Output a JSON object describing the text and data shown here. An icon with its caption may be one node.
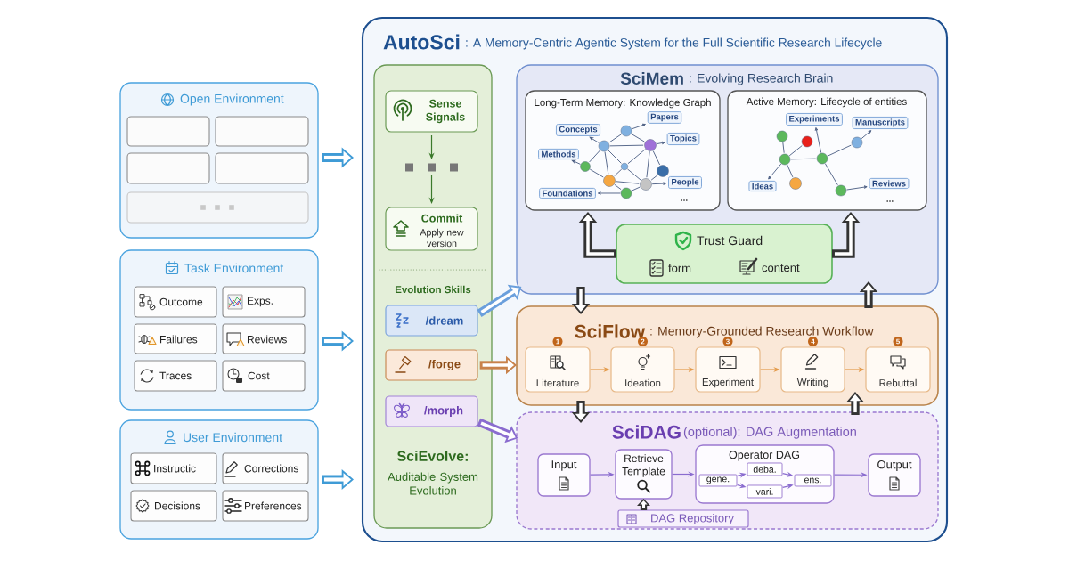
{
  "diagram": {
    "nodes": [
      {
        "text": [
          "Open Environment"
        ]
      },
      {
        "text": [],
        "shape": "box",
        "in": 0
      },
      {
        "text": [],
        "shape": "box",
        "in": 0
      },
      {
        "text": [],
        "shape": "box",
        "in": 0
      },
      {
        "text": [],
        "shape": "box",
        "in": 0
      },
      {
        "text": [],
        "shape": "box",
        "in": 0
      },
      {
        "text": [
          "Task Environment"
        ]
      },
      {
        "text": [
          "Outcome"
        ],
        "in": 6
      },
      {
        "text": [
          "Exps."
        ],
        "in": 6
      },
      {
        "text": [
          "Failures"
        ],
        "in": 6
      },
      {
        "text": [
          "Reviews"
        ],
        "in": 6
      },
      {
        "text": [
          "Traces"
        ],
        "in": 6
      },
      {
        "text": [
          "Cost"
        ],
        "in": 6
      },
      {
        "text": [
          "User Environment"
        ]
      },
      {
        "text": [
          "Instructic"
        ],
        "in": 13
      },
      {
        "text": [
          "Corrections"
        ],
        "in": 13
      },
      {
        "text": [
          "Decisions"
        ],
        "in": 13
      },
      {
        "text": [
          "Preferences"
        ],
        "in": 13
      },
      {
        "text": [
          "AutoSci",
          ": A Memory-Centric Agentic System for the Full Scientific Research Lifecycle"
        ]
      },
      {
        "text": [
          "Evolution Skills",
          "SciEvolve:",
          "Auditable System Evolution"
        ],
        "in": 18
      },
      {
        "text": [
          "Sense Signals"
        ],
        "in": 19
      },
      {
        "text": [],
        "shape": "box",
        "in": 19
      },
      {
        "text": [
          "Commit",
          "Apply new version"
        ],
        "in": 19
      },
      {
        "text": [
          "/dream"
        ],
        "in": 19
      },
      {
        "text": [
          "/forge"
        ],
        "in": 19
      },
      {
        "text": [
          "/morph"
        ],
        "in": 19
      },
      {
        "text": [
          "SciMem",
          ": Evolving Research Brain"
        ],
        "in": 18
      },
      {
        "text": [
          "Long-Term Memory: Knowledge Graph"
        ],
        "in": 26
      },
      {
        "text": [
          "Papers"
        ],
        "in": 27
      },
      {
        "text": [
          "Concepts"
        ],
        "in": 27
      },
      {
        "text": [
          "Topics"
        ],
        "in": 27
      },
      {
        "text": [
          "Methods"
        ],
        "in": 27
      },
      {
        "text": [
          "People"
        ],
        "in": 27
      },
      {
        "text": [
          "Foundations"
        ],
        "in": 27
      },
      {
        "text": [],
        "shape": "circle",
        "in": 27
      },
      {
        "text": [],
        "shape": "circle",
        "in": 27
      },
      {
        "text": [],
        "shape": "circle",
        "in": 27
      },
      {
        "text": [],
        "shape": "circle",
        "in": 27
      },
      {
        "text": [],
        "shape": "circle",
        "in": 27
      },
      {
        "text": [],
        "shape": "circle",
        "in": 27
      },
      {
        "text": [],
        "shape": "circle",
        "in": 27
      },
      {
        "text": [],
        "shape": "circle",
        "in": 27
      },
      {
        "text": [],
        "shape": "circle",
        "in": 27
      },
      {
        "text": [
          "Active Memory: Lifecycle of entities"
        ],
        "in": 26
      },
      {
        "text": [
          "Experiments"
        ],
        "in": 43
      },
      {
        "text": [
          "Manuscripts"
        ],
        "in": 43
      },
      {
        "text": [
          "Ideas"
        ],
        "in": 43
      },
      {
        "text": [
          "Reviews"
        ],
        "in": 43
      },
      {
        "text": [],
        "shape": "circle",
        "in": 43
      },
      {
        "text": [],
        "shape": "circle",
        "in": 43
      },
      {
        "text": [],
        "shape": "circle",
        "in": 43
      },
      {
        "text": [],
        "shape": "circle",
        "in": 43
      },
      {
        "text": [],
        "shape": "circle",
        "in": 43
      },
      {
        "text": [],
        "shape": "circle",
        "in": 43
      },
      {
        "text": [],
        "shape": "circle",
        "in": 43
      },
      {
        "text": [
          "Trust Guard",
          "form",
          "content"
        ],
        "in": 26
      },
      {
        "text": [
          "SciFlow",
          ": Memory-Grounded Research Workflow"
        ],
        "in": 18
      },
      {
        "text": [
          "Literature"
        ],
        "beside": [
          "1"
        ],
        "in": 56
      },
      {
        "text": [
          "Ideation"
        ],
        "beside": [
          "2"
        ],
        "in": 56
      },
      {
        "text": [
          "Experiment"
        ],
        "beside": [
          "3"
        ],
        "in": 56
      },
      {
        "text": [
          "Writing"
        ],
        "beside": [
          "4"
        ],
        "in": 56
      },
      {
        "text": [
          "Rebuttal"
        ],
        "beside": [
          "5"
        ],
        "in": 56
      },
      {
        "text": [
          "SciDAG",
          "(optional): DAG Augmentation"
        ],
        "in": 18
      },
      {
        "text": [
          "Input"
        ],
        "in": 62
      },
      {
        "text": [
          "Retrieve Template"
        ],
        "in": 62
      },
      {
        "text": [
          "Operator DAG"
        ],
        "in": 62
      },
      {
        "text": [
          "gene."
        ],
        "in": 65
      },
      {
        "text": [
          "deba."
        ],
        "in": 65
      },
      {
        "text": [
          "vari."
        ],
        "in": 65
      },
      {
        "text": [
          "ens."
        ],
        "in": 65
      },
      {
        "text": [
          "Output"
        ],
        "in": 62
      },
      {
        "text": [
          "DAG Repository"
        ],
        "in": 62
      }
    ],
    "edges": [
      {
        "from": 34,
        "to": 35,
        "arrow": "none"
      },
      {
        "from": 34,
        "to": 36,
        "arrow": "none"
      },
      {
        "from": 35,
        "to": 36,
        "arrow": "none"
      },
      {
        "from": 35,
        "to": 37,
        "arrow": "none"
      },
      {
        "from": 35,
        "to": 38,
        "arrow": "none"
      },
      {
        "from": 35,
        "to": 40,
        "arrow": "none"
      },
      {
        "from": 36,
        "to": 38,
        "arrow": "none"
      },
      {
        "from": 36,
        "to": 41,
        "arrow": "none"
      },
      {
        "from": 36,
        "to": 39,
        "arrow": "none"
      },
      {
        "from": 37,
        "to": 40,
        "arrow": "none"
      },
      {
        "from": 38,
        "to": 40,
        "arrow": "none"
      },
      {
        "from": 38,
        "to": 41,
        "arrow": "none"
      },
      {
        "from": 40,
        "to": 41,
        "arrow": "none"
      },
      {
        "from": 40,
        "to": 42,
        "arrow": "none"
      },
      {
        "from": 41,
        "to": 42,
        "arrow": "none"
      },
      {
        "from": 39,
        "to": 41,
        "arrow": "none"
      },
      {
        "from": 34,
        "to": 28,
        "arrow": "to"
      },
      {
        "from": 35,
        "to": 29,
        "arrow": "to"
      },
      {
        "from": 36,
        "to": 30,
        "arrow": "to"
      },
      {
        "from": 37,
        "to": 31,
        "arrow": "to"
      },
      {
        "from": 41,
        "to": 32,
        "arrow": "to"
      },
      {
        "from": 42,
        "to": 33,
        "arrow": "to"
      },
      {
        "from": 48,
        "to": 50,
        "arrow": "none"
      },
      {
        "from": 50,
        "to": 49,
        "arrow": "none"
      },
      {
        "from": 50,
        "to": 51,
        "arrow": "none"
      },
      {
        "from": 50,
        "to": 53,
        "arrow": "none"
      },
      {
        "from": 51,
        "to": 52,
        "arrow": "none"
      },
      {
        "from": 51,
        "to": 54,
        "arrow": "none"
      },
      {
        "from": 50,
        "to": 46,
        "arrow": "to"
      },
      {
        "from": 51,
        "to": 44,
        "arrow": "to"
      },
      {
        "from": 52,
        "to": 45,
        "arrow": "to"
      },
      {
        "from": 54,
        "to": 47,
        "arrow": "to"
      },
      {
        "from": 0,
        "to": 18,
        "arrow": "to",
        "style": "thick",
        "color": "#3f9bd6"
      },
      {
        "from": 6,
        "to": 18,
        "arrow": "to",
        "style": "thick",
        "color": "#3f9bd6"
      },
      {
        "from": 13,
        "to": 18,
        "arrow": "to",
        "style": "thick",
        "color": "#3f9bd6"
      },
      {
        "from": 20,
        "to": 21,
        "arrow": "to",
        "color": "#3c7a2c"
      },
      {
        "from": 21,
        "to": 22,
        "arrow": "to",
        "color": "#3c7a2c"
      },
      {
        "from": 23,
        "to": 26,
        "arrow": "to",
        "style": "thick",
        "color": "#6a9fdc"
      },
      {
        "from": 24,
        "to": 56,
        "arrow": "to",
        "style": "thick",
        "color": "#c8824a"
      },
      {
        "from": 25,
        "to": 62,
        "arrow": "to",
        "style": "thick",
        "color": "#8a6ccf"
      },
      {
        "from": 55,
        "to": 27,
        "arrow": "to",
        "style": "thick",
        "color": "#333333"
      },
      {
        "from": 55,
        "to": 43,
        "arrow": "to",
        "style": "thick",
        "color": "#333333"
      },
      {
        "from": 26,
        "to": 56,
        "arrow": "to",
        "style": "thick",
        "color": "#333333"
      },
      {
        "from": 56,
        "to": 26,
        "arrow": "to",
        "style": "thick",
        "color": "#333333"
      },
      {
        "from": 56,
        "to": 62,
        "arrow": "to",
        "style": "thick",
        "color": "#333333"
      },
      {
        "from": 62,
        "to": 56,
        "arrow": "to",
        "style": "thick",
        "color": "#333333"
      },
      {
        "from": 57,
        "to": 58,
        "arrow": "to",
        "color": "#e39a4a"
      },
      {
        "from": 58,
        "to": 59,
        "arrow": "to",
        "color": "#e39a4a"
      },
      {
        "from": 59,
        "to": 60,
        "arrow": "to",
        "color": "#e39a4a"
      },
      {
        "from": 60,
        "to": 61,
        "arrow": "to",
        "color": "#e39a4a"
      },
      {
        "from": 63,
        "to": 64,
        "arrow": "to",
        "color": "#8a6ccf"
      },
      {
        "from": 64,
        "to": 65,
        "arrow": "to",
        "color": "#8a6ccf"
      },
      {
        "from": 65,
        "to": 70,
        "arrow": "to",
        "color": "#8a6ccf"
      },
      {
        "from": 66,
        "to": 67,
        "arrow": "to",
        "color": "#8a6ccf"
      },
      {
        "from": 66,
        "to": 68,
        "arrow": "to",
        "color": "#8a6ccf"
      },
      {
        "from": 67,
        "to": 69,
        "arrow": "to",
        "color": "#8a6ccf"
      },
      {
        "from": 68,
        "to": 69,
        "arrow": "to",
        "color": "#8a6ccf"
      },
      {
        "from": 71,
        "to": 64,
        "arrow": "to",
        "style": "thick",
        "color": "#333333"
      }
    ],
    "labels": [
      "...",
      "..."
    ]
  }
}
